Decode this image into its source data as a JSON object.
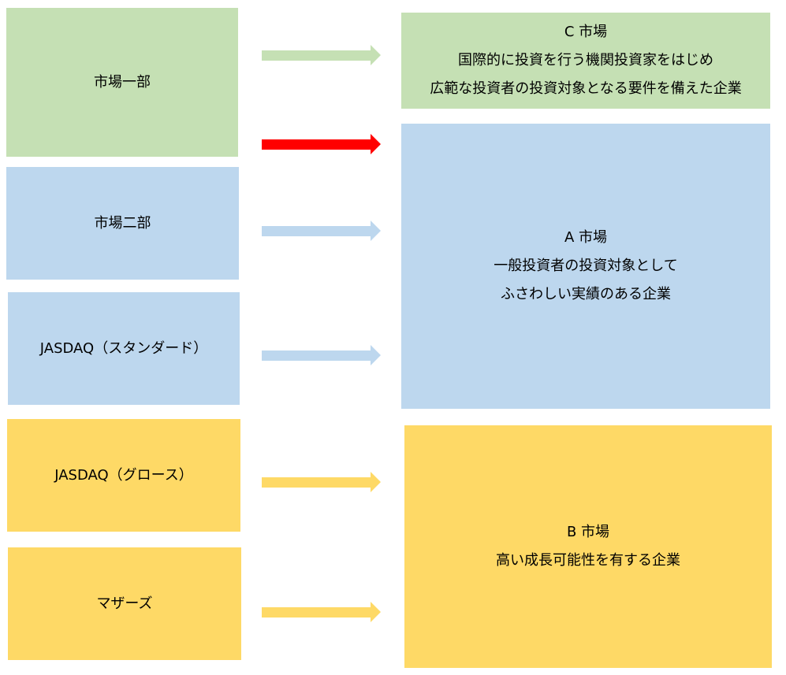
{
  "colors": {
    "green": "#c5e0b4",
    "blue": "#bdd7ee",
    "yellow": "#fed966",
    "red": "#ff0000"
  },
  "old_markets": [
    {
      "label": "市場一部"
    },
    {
      "label": "市場二部"
    },
    {
      "label": "JASDAQ（スタンダード）"
    },
    {
      "label": "JASDAQ（グロース）"
    },
    {
      "label": "マザーズ"
    }
  ],
  "new_markets": {
    "c": {
      "title": "C 市場",
      "lines": [
        "国際的に投資を行う機関投資家をはじめ",
        "広範な投資者の投資対象となる要件を備えた企業"
      ]
    },
    "a": {
      "title": "A 市場",
      "lines": [
        "一般投資者の投資対象として",
        "ふさわしい実績のある企業"
      ]
    },
    "b": {
      "title": "B 市場",
      "lines": [
        "高い成長可能性を有する企業"
      ]
    }
  }
}
